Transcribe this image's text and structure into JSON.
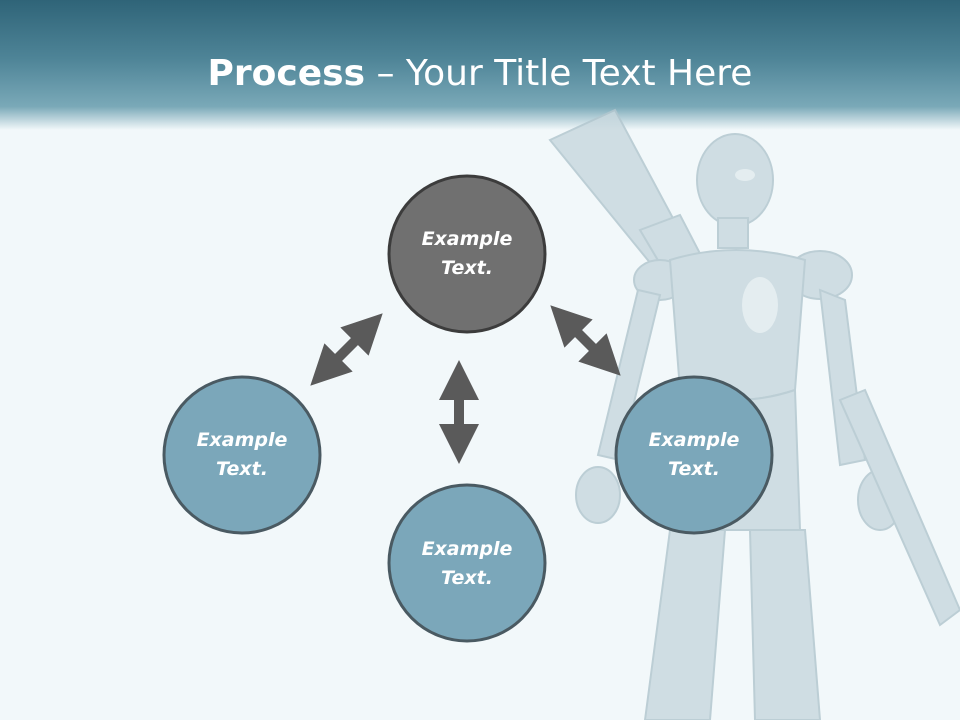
{
  "title": {
    "bold": "Process",
    "rest": " – Your Title Text Here"
  },
  "diagram": {
    "top_node": {
      "line1": "Example",
      "line2": "Text."
    },
    "left_node": {
      "line1": "Example",
      "line2": "Text."
    },
    "bottom_node": {
      "line1": "Example",
      "line2": "Text."
    },
    "right_node": {
      "line1": "Example",
      "line2": "Text."
    }
  },
  "colors": {
    "header_dark": "#2f6478",
    "header_light": "#7aa9b8",
    "background": "#f2f8fa",
    "node_dark": "#707070",
    "node_blue": "#7ba7ba",
    "node_border": "#4a5a62",
    "arrow": "#5a5a5a"
  },
  "background_image": "robot-figure"
}
